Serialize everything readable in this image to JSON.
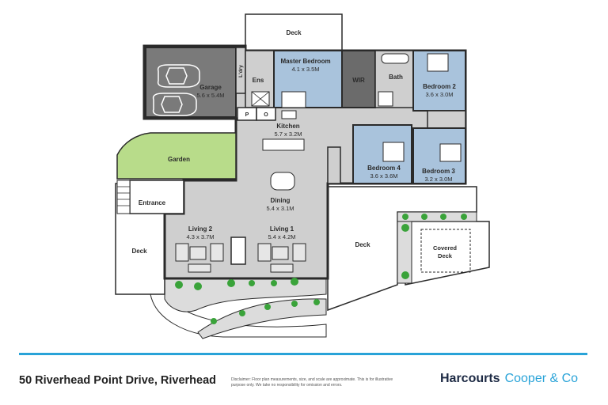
{
  "plan": {
    "rooms": [
      {
        "id": "deck-top",
        "name": "Deck",
        "dim": ""
      },
      {
        "id": "garage",
        "name": "Garage",
        "dim": "5.6 x 5.4M"
      },
      {
        "id": "ldry",
        "name": "L'dry",
        "dim": ""
      },
      {
        "id": "ens",
        "name": "Ens",
        "dim": ""
      },
      {
        "id": "master",
        "name": "Master Bedroom",
        "dim": "4.1 x 3.5M"
      },
      {
        "id": "wir",
        "name": "WIR",
        "dim": ""
      },
      {
        "id": "bath",
        "name": "Bath",
        "dim": ""
      },
      {
        "id": "bed2",
        "name": "Bedroom 2",
        "dim": "3.6 x 3.0M"
      },
      {
        "id": "pantry",
        "name": "P",
        "dim": ""
      },
      {
        "id": "office",
        "name": "O",
        "dim": ""
      },
      {
        "id": "kitchen",
        "name": "Kitchen",
        "dim": "5.7 x 3.2M"
      },
      {
        "id": "garden",
        "name": "Garden",
        "dim": ""
      },
      {
        "id": "bed4",
        "name": "Bedroom 4",
        "dim": "3.6 x 3.6M"
      },
      {
        "id": "bed3",
        "name": "Bedroom 3",
        "dim": "3.2 x 3.0M"
      },
      {
        "id": "entrance",
        "name": "Entrance",
        "dim": ""
      },
      {
        "id": "dining",
        "name": "Dining",
        "dim": "5.4 x 3.1M"
      },
      {
        "id": "living2",
        "name": "Living 2",
        "dim": "4.3 x 3.7M"
      },
      {
        "id": "living1",
        "name": "Living 1",
        "dim": "5.4 x 4.2M"
      },
      {
        "id": "deck-left",
        "name": "Deck",
        "dim": ""
      },
      {
        "id": "deck-right",
        "name": "Deck",
        "dim": ""
      },
      {
        "id": "covered-deck",
        "name": "Covered\nDeck",
        "dim": ""
      }
    ],
    "colors": {
      "wall": "#2a2a2a",
      "floor": "#cfcfcf",
      "bedroom": "#a9c3dc",
      "garage": "#7a7a7a",
      "wir": "#6b6b6b",
      "garden": "#b8dc8a",
      "deck": "#ffffff",
      "planting": "#dcdcdc",
      "plant": "#3aa33a"
    }
  },
  "footer": {
    "address": "50 Riverhead Point Drive, Riverhead",
    "disclaimer": "Disclaimer: Floor plan measurements, size, and scale are approximate. This is for illustrative purpose only. We take no responsibility for omission and errors.",
    "brand_name": "Harcourts",
    "brand_office": "Cooper & Co",
    "accent": "#29a3d8"
  }
}
